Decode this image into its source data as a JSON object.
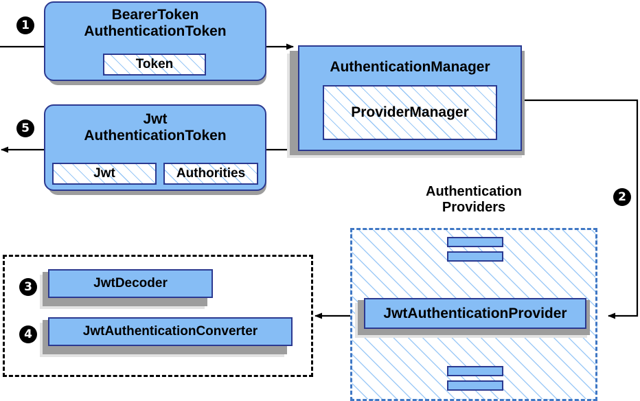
{
  "diagram": {
    "title": "Spring Security JWT Bearer Token Authentication Flow",
    "colors": {
      "node_fill": "#86bdf5",
      "node_border": "#2b3990",
      "hatch_line": "#86bdf5",
      "shadow_dark": "#9d9d9d",
      "shadow_light": "#e3e3e3",
      "dashed_blue": "#3f77c4",
      "dashed_black": "#000000",
      "arrow": "#000000",
      "badge_fill": "#000000",
      "badge_text": "#ffffff"
    }
  },
  "badges": [
    {
      "id": "1",
      "label": "❶",
      "number": "1"
    },
    {
      "id": "2",
      "label": "❷",
      "number": "2"
    },
    {
      "id": "3",
      "label": "❸",
      "number": "3"
    },
    {
      "id": "4",
      "label": "❹",
      "number": "4"
    },
    {
      "id": "5",
      "label": "❺",
      "number": "5"
    }
  ],
  "nodes": {
    "bearer_token": {
      "title_line1": "BearerToken",
      "title_line2": "AuthenticationToken",
      "inner": {
        "token": "Token"
      }
    },
    "jwt_token": {
      "title_line1": "Jwt",
      "title_line2": "AuthenticationToken",
      "inner": {
        "jwt": "Jwt",
        "authorities": "Authorities"
      }
    },
    "authentication_manager": {
      "title": "AuthenticationManager",
      "inner": {
        "provider_manager": "ProviderManager"
      }
    },
    "providers_group": {
      "label_line1": "Authentication",
      "label_line2": "Providers",
      "jwt_provider": "JwtAuthenticationProvider",
      "other_providers": [
        {
          "name": "provider-bar-top-1"
        },
        {
          "name": "provider-bar-top-2"
        },
        {
          "name": "provider-bar-bottom-1"
        },
        {
          "name": "provider-bar-bottom-2"
        }
      ]
    },
    "support_group": {
      "jwt_decoder": "JwtDecoder",
      "jwt_authentication_converter": "JwtAuthenticationConverter"
    }
  },
  "connections": [
    {
      "id": "request-in",
      "from": "edge-left",
      "to": "bearer_token",
      "arrow": "none"
    },
    {
      "id": "bearer-to-manager",
      "from": "bearer_token",
      "to": "authentication_manager",
      "arrow": "right"
    },
    {
      "id": "manager-to-providers",
      "from": "authentication_manager",
      "to": "jwt_provider",
      "arrow": "left",
      "badge": "2"
    },
    {
      "id": "provider-to-support",
      "from": "jwt_provider",
      "to": "support_group",
      "arrow": "left"
    },
    {
      "id": "manager-to-jwt-token",
      "from": "authentication_manager",
      "to": "jwt_token",
      "arrow": "none"
    },
    {
      "id": "response-out",
      "from": "jwt_token",
      "to": "edge-left",
      "arrow": "left",
      "badge": "5"
    },
    {
      "id": "provider-up",
      "from": "jwt_provider",
      "to": "provider-bar-top-2",
      "arrow": "both"
    },
    {
      "id": "provider-down",
      "from": "jwt_provider",
      "to": "provider-bar-bottom-1",
      "arrow": "both"
    }
  ]
}
